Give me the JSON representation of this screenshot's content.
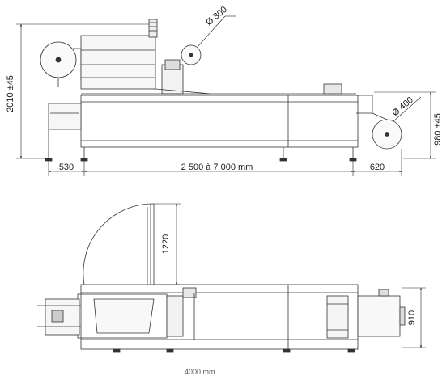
{
  "dimensions": {
    "total_height": "2010 ±45",
    "spool_left_diameter": "Ø 300",
    "spool_right_diameter": "Ø 400",
    "conveyor_height": "980 ±45",
    "infeed_length": "530",
    "machine_length": "2 500 à 7 000 mm",
    "outfeed_length": "620",
    "guard_radius": "1220",
    "machine_width": "910"
  },
  "caption": "4000 mm"
}
